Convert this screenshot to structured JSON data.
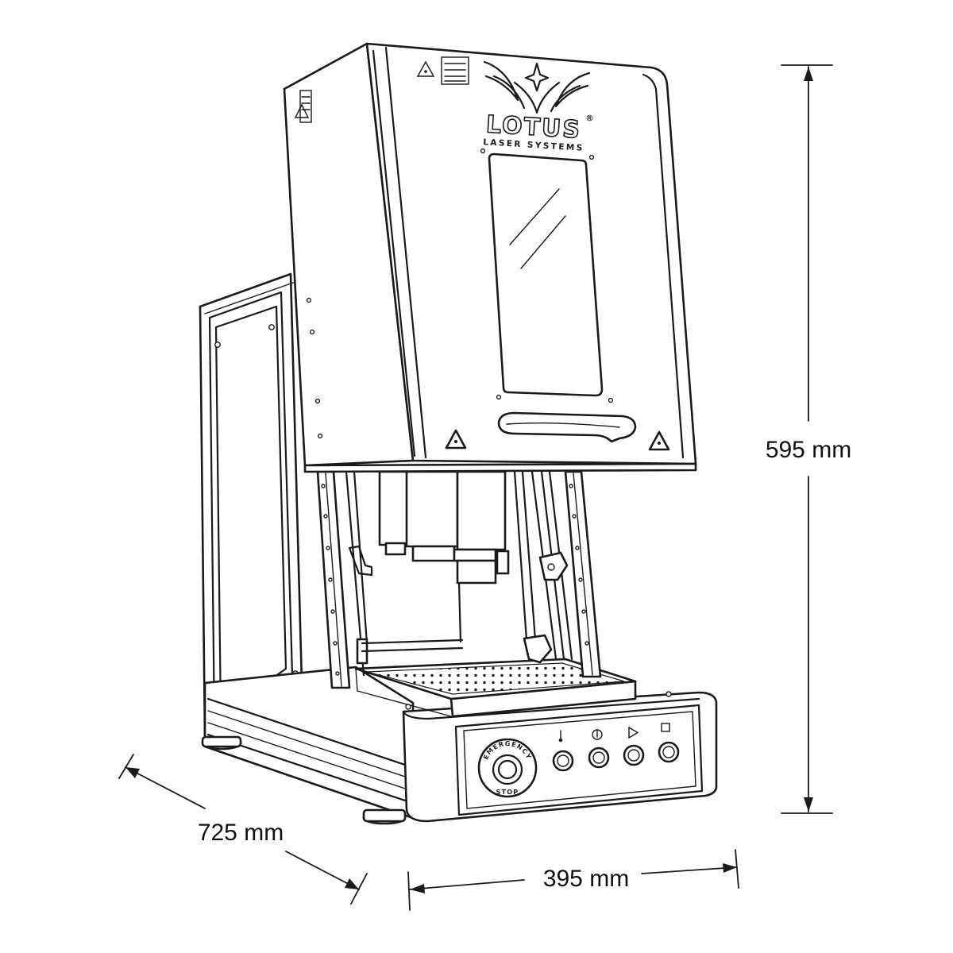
{
  "logo": {
    "brand": "LOTUS",
    "registered": "®",
    "tagline": "LASER SYSTEMS"
  },
  "control_panel": {
    "emergency_label_top": "EMERGENCY",
    "emergency_label_bottom": "STOP",
    "buttons": [
      "temperature-icon",
      "power-icon",
      "play-icon",
      "stop-icon"
    ]
  },
  "dimensions": {
    "height": "595 mm",
    "depth": "725 mm",
    "width": "395 mm"
  },
  "colors": {
    "line": "#1a1a1a",
    "background": "#ffffff"
  }
}
